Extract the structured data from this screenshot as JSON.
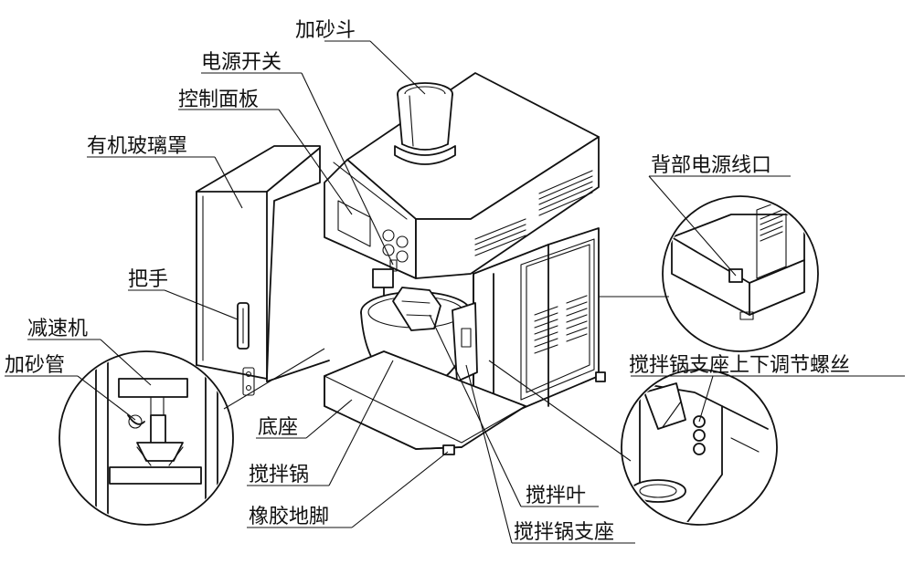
{
  "labels": {
    "sand_hopper": "加砂斗",
    "power_switch": "电源开关",
    "control_panel": "控制面板",
    "acrylic_cover": "有机玻璃罩",
    "handle": "把手",
    "reducer": "减速机",
    "sand_tube": "加砂管",
    "base": "底座",
    "mixing_bowl": "搅拌锅",
    "rubber_feet": "橡胶地脚",
    "mixing_blade": "搅拌叶",
    "bowl_support": "搅拌锅支座",
    "rear_power_port": "背部电源线口",
    "bowl_support_adjust_screw": "搅拌锅支座上下调节螺丝"
  }
}
